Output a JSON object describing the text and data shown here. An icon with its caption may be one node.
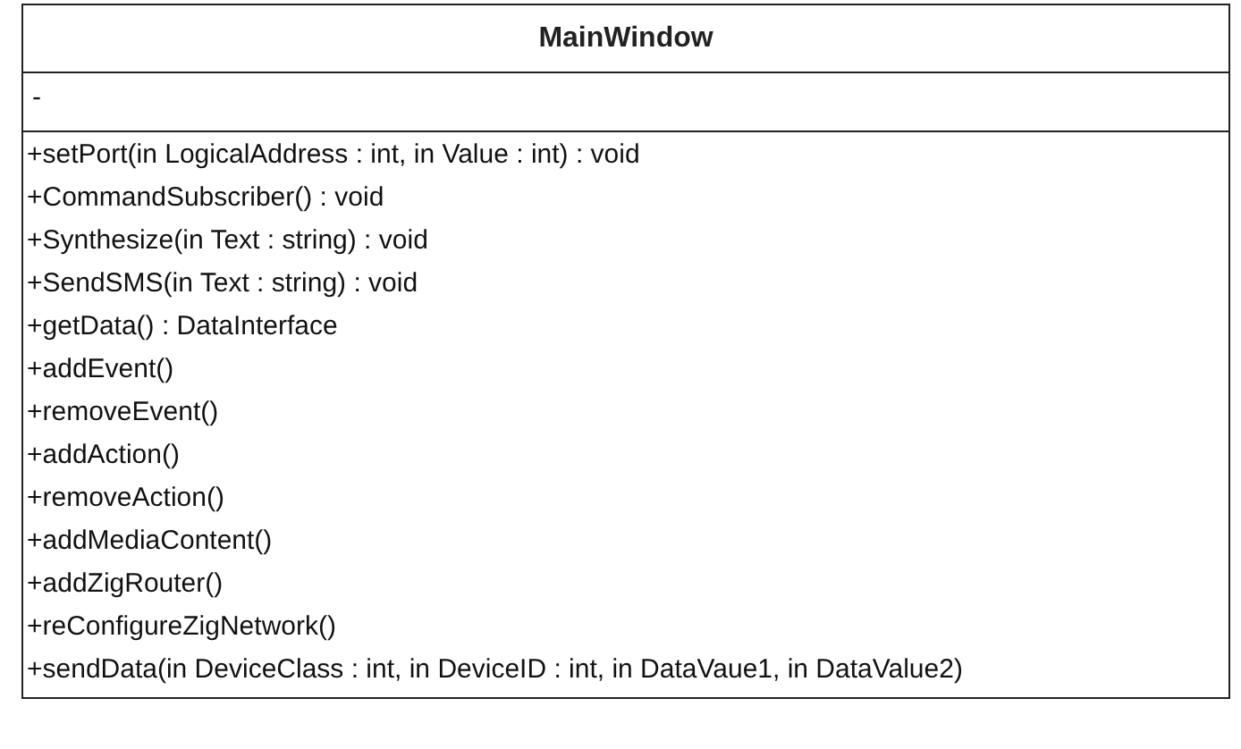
{
  "diagram": {
    "nodes": [
      {
        "text": [
          "MainWindow",
          "-",
          "+setPort(in LogicalAddress : int, in Value : int) : void",
          "+CommandSubscriber() : void",
          "+Synthesize(in Text : string) : void",
          "+SendSMS(in Text : string) : void",
          "+getData() : DataInterface",
          "+addEvent()",
          "+removeEvent()",
          "+addAction()",
          "+removeAction()",
          "+addMediaContent()",
          "+addZigRouter()",
          "+reConfigureZigNetwork()",
          "+sendData(in DeviceClass : int, in DeviceID : int, in DataVaue1, in DataValue2)"
        ]
      }
    ]
  }
}
